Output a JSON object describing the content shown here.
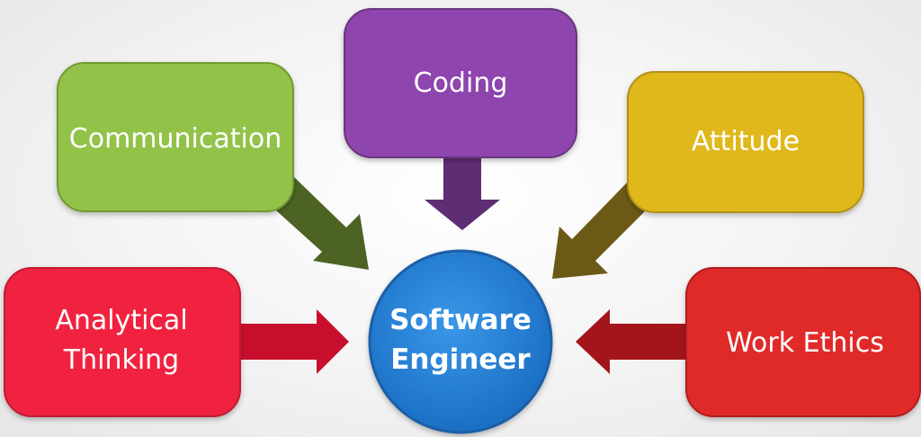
{
  "center": {
    "line1": "Software",
    "line2": "Engineer",
    "color": "#1f7fd6"
  },
  "nodes": {
    "coding": {
      "label": "Coding",
      "color": "#8e44ad",
      "arrow_color": "#5e2d73"
    },
    "communication": {
      "label": "Communication",
      "color": "#93c24a",
      "arrow_color": "#4c6323"
    },
    "attitude": {
      "label": "Attitude",
      "color": "#e0b81a",
      "arrow_color": "#6b5a16"
    },
    "analytical": {
      "line1": "Analytical",
      "line2": "Thinking",
      "color": "#f0233f",
      "arrow_color": "#c8102e"
    },
    "work_ethics": {
      "label": "Work Ethics",
      "color": "#e02a2a",
      "arrow_color": "#a3151b"
    }
  }
}
